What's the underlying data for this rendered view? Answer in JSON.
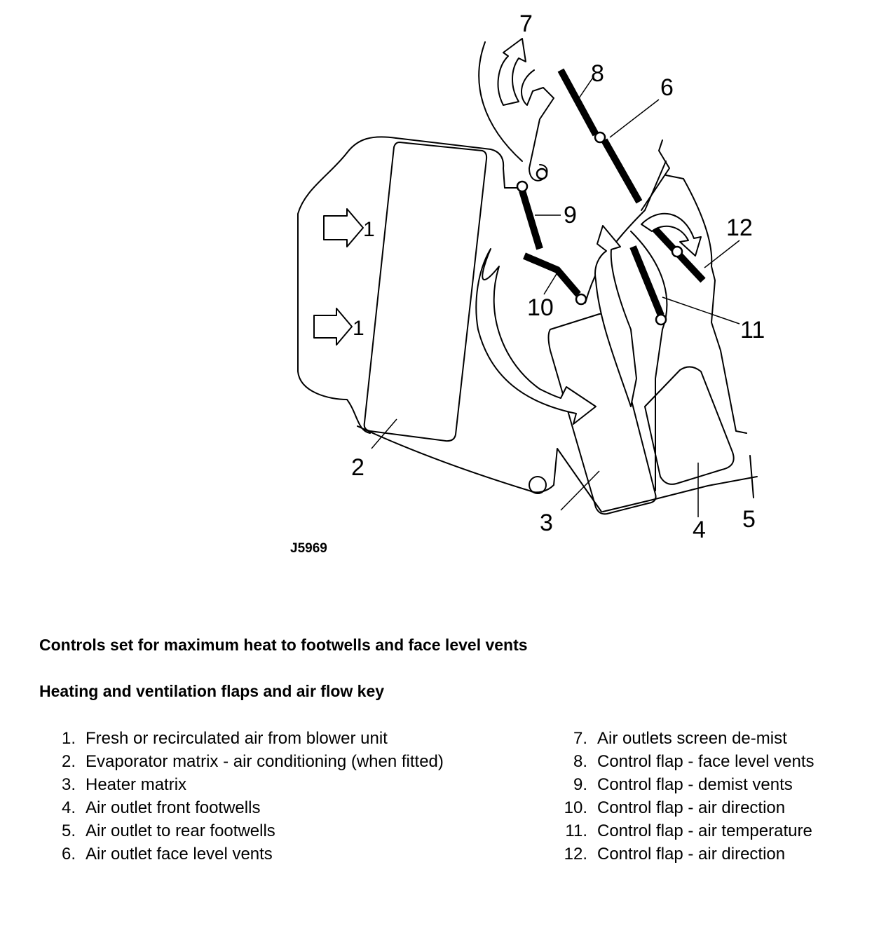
{
  "diagram": {
    "figure_id": "J5969",
    "callouts": {
      "c1a": "1",
      "c1b": "1",
      "c2": "2",
      "c3": "3",
      "c4": "4",
      "c5": "5",
      "c6": "6",
      "c7": "7",
      "c8": "8",
      "c9": "9",
      "c10": "10",
      "c11": "11",
      "c12": "12"
    }
  },
  "headings": {
    "controls": "Controls set for maximum heat to footwells and face level vents",
    "key_title": "Heating and ventilation flaps and air flow key"
  },
  "key": {
    "left": [
      {
        "num": "1.",
        "text": "Fresh or recirculated air from blower unit"
      },
      {
        "num": "2.",
        "text": "Evaporator matrix - air conditioning (when fitted)"
      },
      {
        "num": "3.",
        "text": "Heater matrix"
      },
      {
        "num": "4.",
        "text": "Air outlet front footwells"
      },
      {
        "num": "5.",
        "text": "Air outlet to rear footwells"
      },
      {
        "num": "6.",
        "text": "Air outlet face level vents"
      }
    ],
    "right": [
      {
        "num": "7.",
        "text": "Air outlets screen de-mist"
      },
      {
        "num": "8.",
        "text": "Control flap - face level vents"
      },
      {
        "num": "9.",
        "text": "Control flap - demist vents"
      },
      {
        "num": "10.",
        "text": "Control flap - air direction"
      },
      {
        "num": "11.",
        "text": "Control flap - air temperature"
      },
      {
        "num": "12.",
        "text": "Control flap - air direction"
      }
    ]
  }
}
